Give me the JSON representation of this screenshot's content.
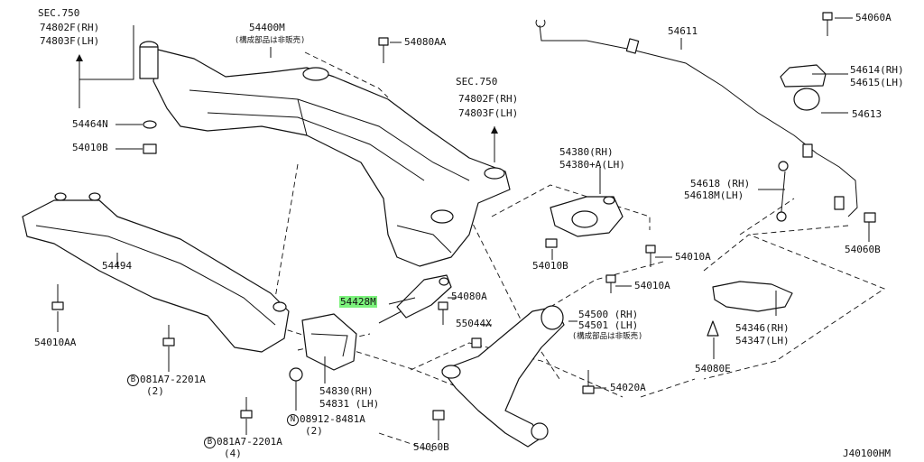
{
  "diagram_code": "J40100HM",
  "labels": {
    "sec_750_a": "SEC.750",
    "sec_750_a_rh": "74802F(RH)",
    "sec_750_a_lh": "74803F(LH)",
    "sec_750_b": "SEC.750",
    "sec_750_b_rh": "74802F(RH)",
    "sec_750_b_lh": "74803F(LH)",
    "p54400m": "54400M",
    "p54400m_note": "(構成部品は非販売)",
    "p54080aa": "54080AA",
    "p54611": "54611",
    "p54060a": "54060A",
    "p54614": "54614(RH)",
    "p54615": "54615(LH)",
    "p54613": "54613",
    "p54464n": "54464N",
    "p54010b_top": "54010B",
    "p54380": "54380(RH)",
    "p54380a": "54380+A(LH)",
    "p54618": "54618 (RH)",
    "p54618m": "54618M(LH)",
    "p54060b_right": "54060B",
    "p54494": "54494",
    "p54010b_mid": "54010B",
    "p54010a_1": "54010A",
    "p54010a_2": "54010A",
    "p54428m": "54428M",
    "p54080a": "54080A",
    "p55044x": "55044X",
    "p54500": "54500 (RH)",
    "p54501": "54501 (LH)",
    "p54501_note": "(構成部品は非販売)",
    "p54346": "54346(RH)",
    "p54347": "54347(LH)",
    "p54010aa": "54010AA",
    "p54080e": "54080E",
    "p54020a": "54020A",
    "p081a7_a": "081A7-2201A",
    "p081a7_a_qty": "(2)",
    "p081a7_a_prefix": "B",
    "p54830": "54830(RH)",
    "p54831": "54831 (LH)",
    "p08912": "08912-8481A",
    "p08912_qty": "(2)",
    "p08912_prefix": "N",
    "p081a7_b": "081A7-2201A",
    "p081a7_b_qty": "(4)",
    "p081a7_b_prefix": "B",
    "p54060b_bottom": "54060B"
  },
  "highlight_color": "#7cf27c"
}
